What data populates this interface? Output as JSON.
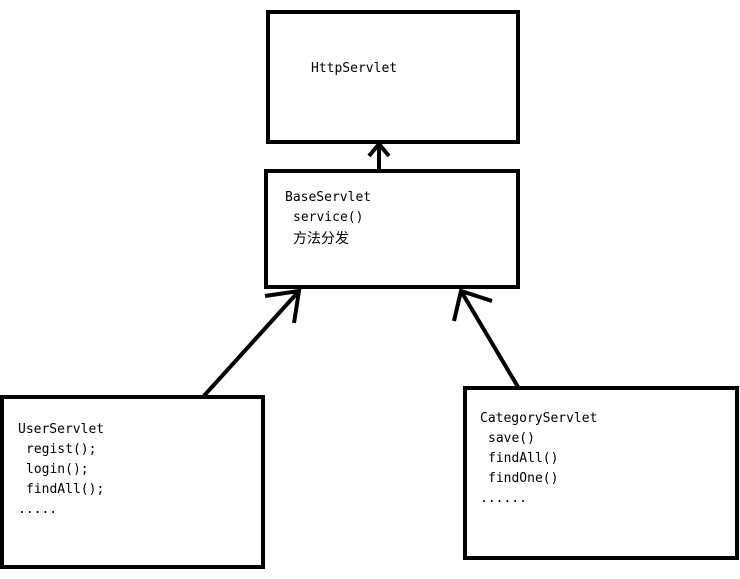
{
  "http_servlet": {
    "title": "HttpServlet"
  },
  "base_servlet": {
    "title": "BaseServlet",
    "method": "service()",
    "note": "方法分发"
  },
  "user_servlet": {
    "title": "UserServlet",
    "methods": [
      "regist();",
      "login();",
      "findAll();",
      "....."
    ]
  },
  "category_servlet": {
    "title": "CategoryServlet",
    "methods": [
      "save()",
      "findAll()",
      "findOne()",
      "......"
    ]
  },
  "colors": {
    "stroke": "#000000",
    "background": "#ffffff"
  }
}
